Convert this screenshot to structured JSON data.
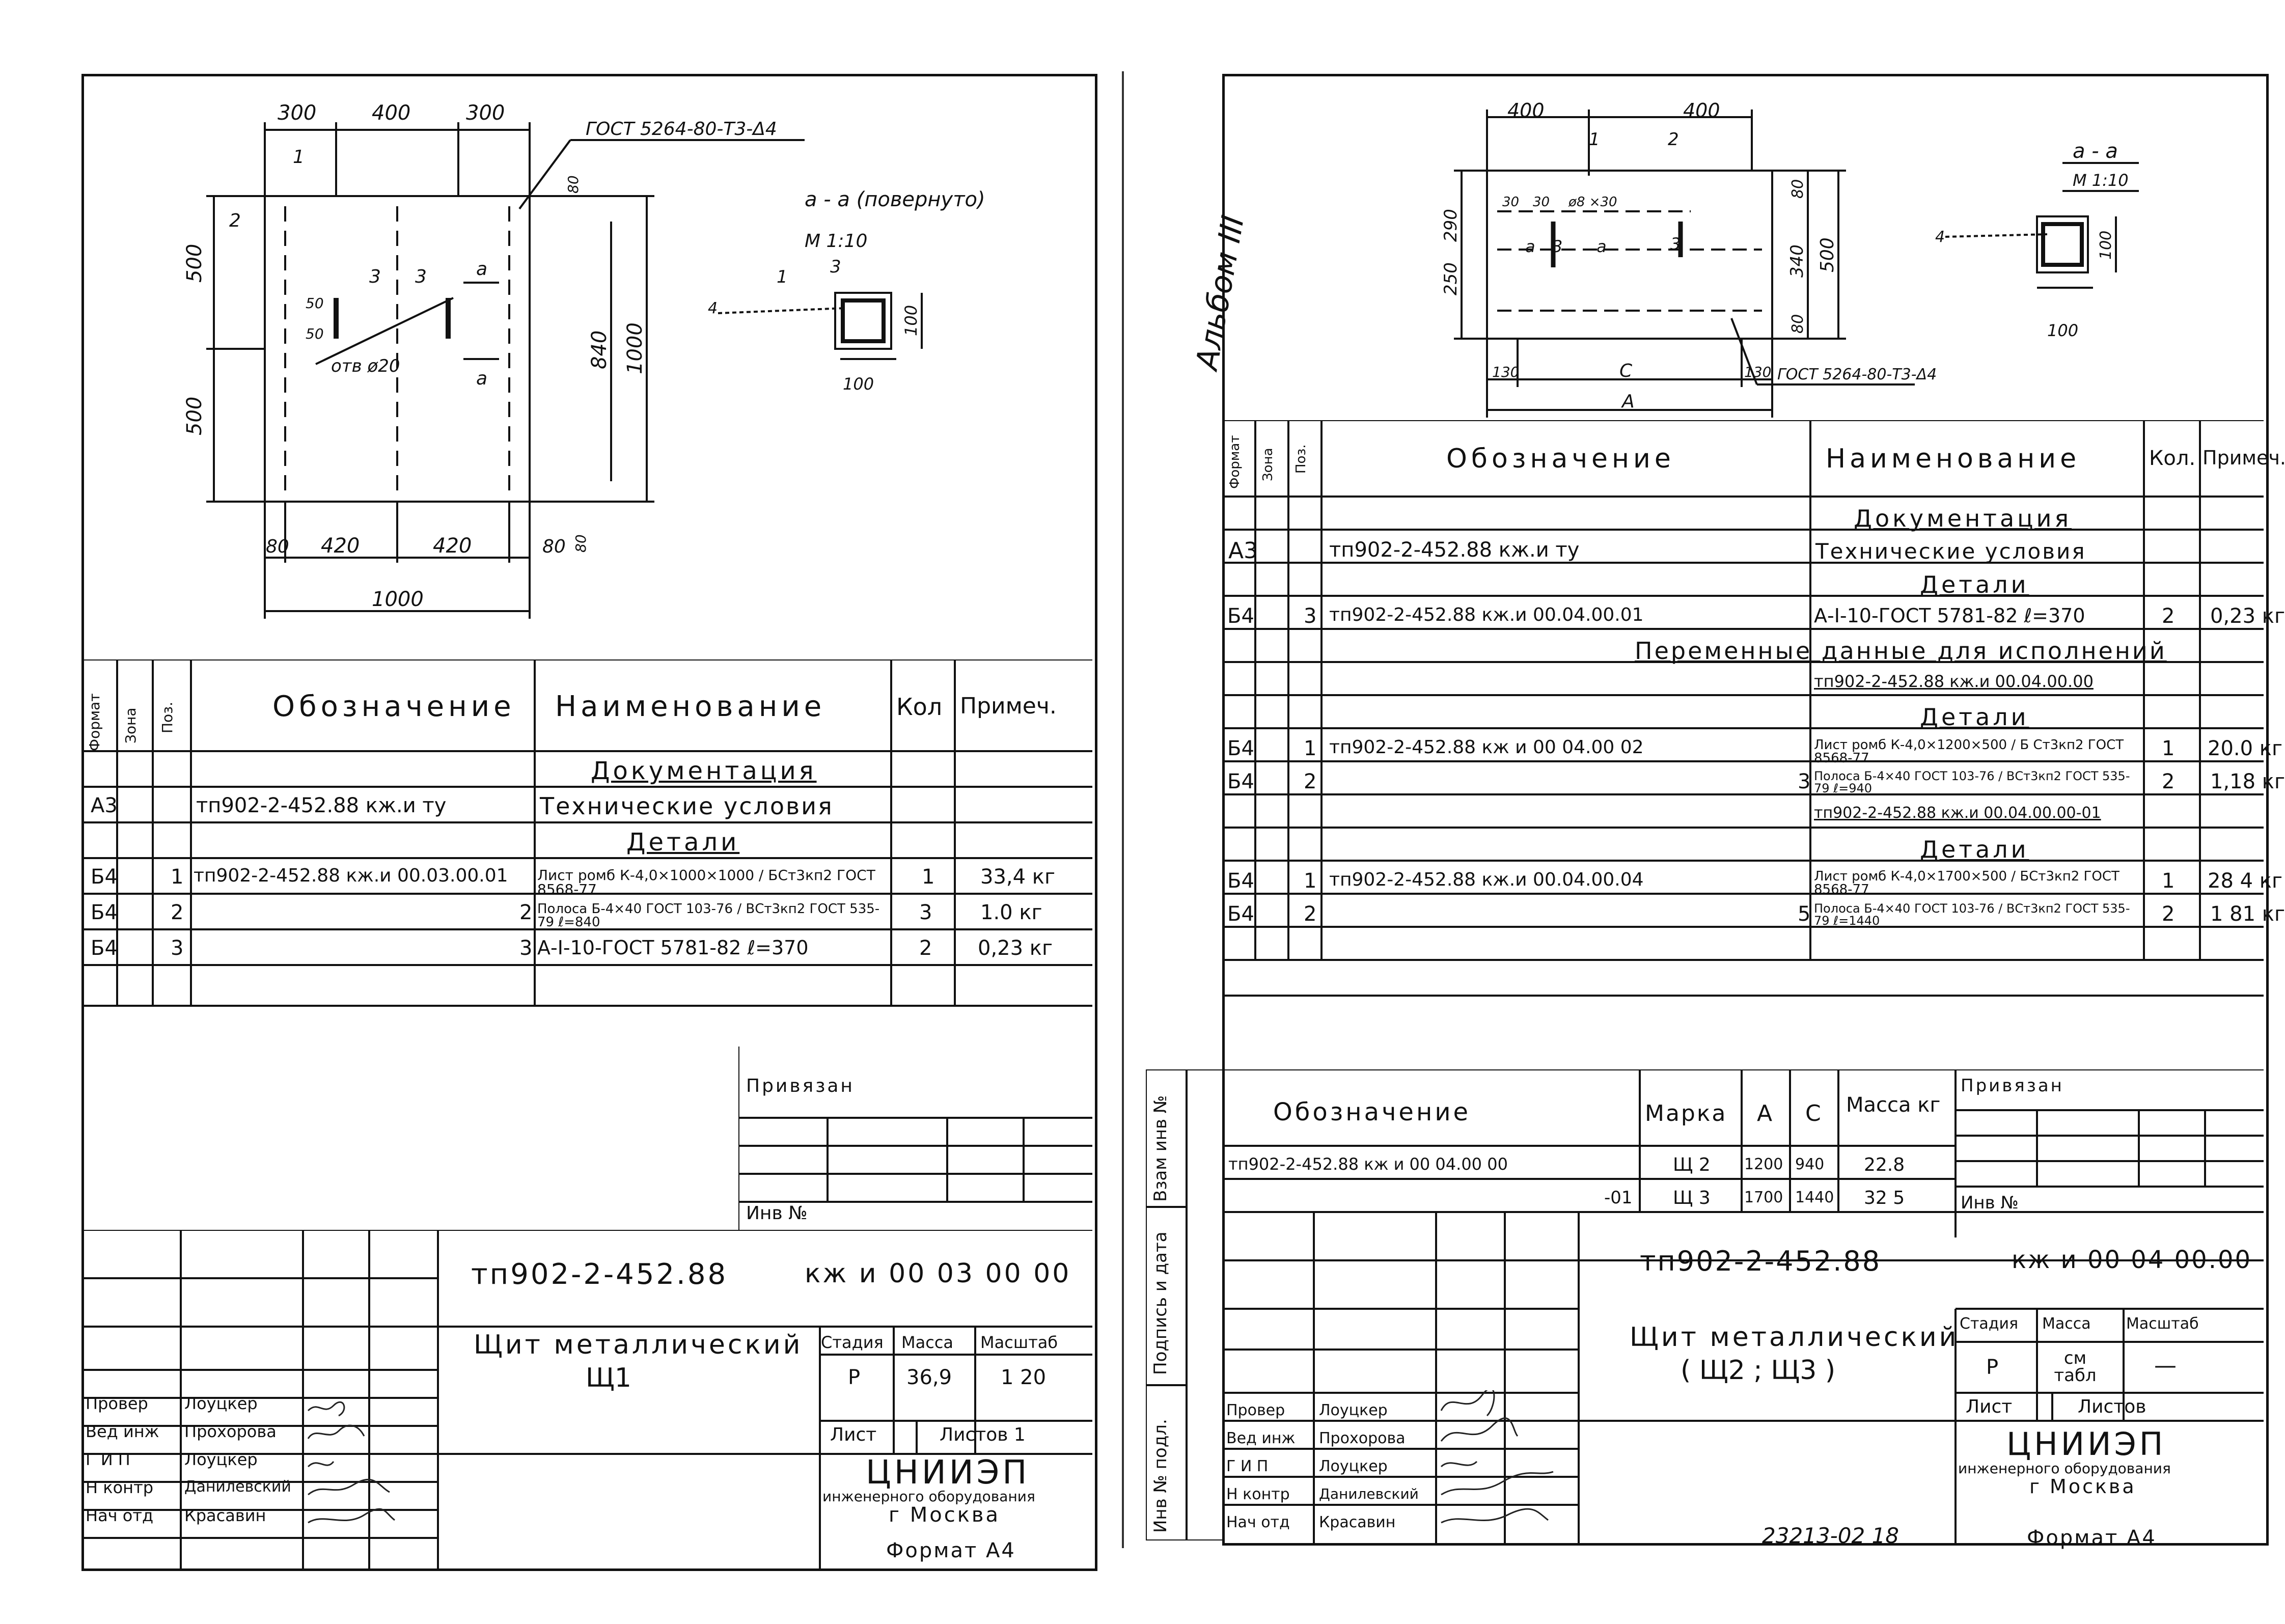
{
  "left": {
    "drawing": {
      "dims_top": [
        "300",
        "400",
        "300"
      ],
      "weld": "ГОСТ 5264-80-Т3-Δ4",
      "dims_left": [
        "500",
        "500"
      ],
      "dims_right": [
        "840",
        "1000"
      ],
      "dims_bottom": [
        "80",
        "420",
        "420",
        "80"
      ],
      "overall": "1000",
      "hole": "отв ø20",
      "small": [
        "50",
        "50",
        "80",
        "80"
      ],
      "pos": [
        "1",
        "2",
        "3",
        "3"
      ],
      "section_mark": "а",
      "section_title": "а - а (повернуто)",
      "section_scale": "М 1:10",
      "section_dims": [
        "100",
        "100"
      ],
      "section_pos": [
        "1",
        "3",
        "4"
      ]
    },
    "spec": {
      "headers": [
        "Формат",
        "Зона",
        "Поз.",
        "Обозначение",
        "Наименование",
        "Кол",
        "Примеч."
      ],
      "rows": [
        {
          "fmt": "",
          "pos": "",
          "des": "",
          "name": "Документация",
          "qty": "",
          "note": "",
          "title": true
        },
        {
          "fmt": "А3",
          "pos": "",
          "des": "тп902-2-452.88   кж.и ту",
          "name": "Технические условия",
          "qty": "",
          "note": ""
        },
        {
          "fmt": "",
          "pos": "",
          "des": "",
          "name": "Детали",
          "qty": "",
          "note": "",
          "title": true
        },
        {
          "fmt": "Б4",
          "pos": "1",
          "des": "тп902-2-452.88 кж.и 00.03.00.01",
          "name": "Лист ромб К-4,0×1000×1000 / БСт3кп2  ГОСТ 8568-77",
          "qty": "1",
          "note": "33,4 кг"
        },
        {
          "fmt": "Б4",
          "pos": "2",
          "des": "2",
          "name": "Полоса Б-4×40 ГОСТ 103-76 / ВСт3кп2 ГОСТ 535-79  ℓ=840",
          "qty": "3",
          "note": "1.0 кг"
        },
        {
          "fmt": "Б4",
          "pos": "3",
          "des": "3",
          "name": "А-I-10-ГОСТ 5781-82   ℓ=370",
          "qty": "2",
          "note": "0,23 кг"
        },
        {
          "fmt": "",
          "pos": "",
          "des": "",
          "name": "",
          "qty": "",
          "note": ""
        }
      ]
    },
    "privyazan": "Привязан",
    "inv": "Инв №",
    "code": "тп902-2-452.88",
    "code2": "кж и 00 03 00 00",
    "title": "Щит металлический",
    "subtitle": "Щ1",
    "stage_h": [
      "Стадия",
      "Масса",
      "Масштаб"
    ],
    "stage_v": [
      "Р",
      "36,9",
      "1 20"
    ],
    "sheet": "Лист",
    "sheets": "Листов 1",
    "org1": "ЦНИИЭП",
    "org2": "инженерного оборудования",
    "org3": "г Москва",
    "format": "Формат А4",
    "people": [
      {
        "role": "Провер",
        "name": "Лоуцкер"
      },
      {
        "role": "Вед инж",
        "name": "Прохорова"
      },
      {
        "role": "Г И П",
        "name": "Лоуцкер"
      },
      {
        "role": "Н контр",
        "name": "Данилевский"
      },
      {
        "role": "Нач отд",
        "name": "Красавин"
      }
    ]
  },
  "right": {
    "album": "Альбом III",
    "drawing": {
      "dims_top": [
        "400",
        "400"
      ],
      "dims_left": [
        "250",
        "290"
      ],
      "dims_right": [
        "80",
        "340",
        "80",
        "500"
      ],
      "inner": [
        "30",
        "30",
        "ø8 ×30"
      ],
      "pos": [
        "1",
        "2",
        "3",
        "3"
      ],
      "section_mark": "а",
      "dims_bottom": [
        "130",
        "С",
        "130"
      ],
      "overall": "А",
      "weld": "ГОСТ 5264-80-Т3-Δ4",
      "section_title": "а - а",
      "section_scale": "М 1:10",
      "section_dims": [
        "100",
        "100"
      ],
      "section_pos": [
        "4"
      ]
    },
    "spec": {
      "headers": [
        "Формат",
        "Зона",
        "Поз.",
        "Обозначение",
        "Наименование",
        "Кол.",
        "Примеч."
      ],
      "rows": [
        {
          "fmt": "",
          "pos": "",
          "des": "",
          "name": "Документация",
          "qty": "",
          "note": "",
          "title": true
        },
        {
          "fmt": "А3",
          "pos": "",
          "des": "тп902-2-452.88   кж.и  ту",
          "name": "Технические условия",
          "qty": "",
          "note": ""
        },
        {
          "fmt": "",
          "pos": "",
          "des": "",
          "name": "Детали",
          "qty": "",
          "note": "",
          "title": true
        },
        {
          "fmt": "Б4",
          "pos": "3",
          "des": "тп902-2-452.88 кж.и 00.04.00.01",
          "name": "А-I-10-ГОСТ 5781-82  ℓ=370",
          "qty": "2",
          "note": "0,23 кг"
        },
        {
          "fmt": "",
          "pos": "",
          "des": "",
          "name": "Переменные данные для исполнений",
          "qty": "",
          "note": "",
          "wide": true
        },
        {
          "fmt": "",
          "pos": "",
          "des": "",
          "name": "тп902-2-452.88  кж.и 00.04.00.00",
          "qty": "",
          "note": "",
          "ul": true
        },
        {
          "fmt": "",
          "pos": "",
          "des": "",
          "name": "Детали",
          "qty": "",
          "note": "",
          "title": true
        },
        {
          "fmt": "Б4",
          "pos": "1",
          "des": "тп902-2-452.88  кж и 00 04.00 02",
          "name": "Лист ромб К-4,0×1200×500 / Б Ст3кп2  ГОСТ 8568-77",
          "qty": "1",
          "note": "20.0 кг"
        },
        {
          "fmt": "Б4",
          "pos": "2",
          "des": "3",
          "name": "Полоса Б-4×40 ГОСТ 103-76 / ВСт3кп2 ГОСТ 535-79  ℓ=940",
          "qty": "2",
          "note": "1,18 кг"
        },
        {
          "fmt": "",
          "pos": "",
          "des": "",
          "name": "тп902-2-452.88  кж.и 00.04.00.00-01",
          "qty": "",
          "note": "",
          "ul": true
        },
        {
          "fmt": "",
          "pos": "",
          "des": "",
          "name": "Детали",
          "qty": "",
          "note": "",
          "title": true
        },
        {
          "fmt": "Б4",
          "pos": "1",
          "des": "тп902-2-452.88 кж.и 00.04.00.04",
          "name": "Лист ромб К-4,0×1700×500 / БСт3кп2  ГОСТ 8568-77",
          "qty": "1",
          "note": "28 4 кг"
        },
        {
          "fmt": "Б4",
          "pos": "2",
          "des": "5",
          "name": "Полоса Б-4×40 ГОСТ 103-76 / ВСт3кп2 ГОСТ 535-79  ℓ=1440",
          "qty": "2",
          "note": "1 81 кг"
        }
      ]
    },
    "variants": {
      "headers": [
        "Обозначение",
        "Марка",
        "А",
        "С",
        "Масса кг"
      ],
      "rows": [
        [
          "тп902-2-452.88 кж и 00 04.00 00",
          "Щ 2",
          "1200",
          "940",
          "22.8"
        ],
        [
          "-01",
          "Щ 3",
          "1700",
          "1440",
          "32 5"
        ]
      ]
    },
    "side_labels": [
      "Взам инв №",
      "Подпись и дата",
      "Инв № подл."
    ],
    "privyazan": "Привязан",
    "inv": "Инв №",
    "code": "тп902-2-452.88",
    "code2": "кж и 00 04 00.00",
    "title": "Щит металлический",
    "subtitle": "( Щ2 ; Щ3 )",
    "stage_h": [
      "Стадия",
      "Масса",
      "Масштаб"
    ],
    "stage_v": [
      "Р",
      "см табл",
      "—"
    ],
    "sheet": "Лист",
    "sheets": "Листов",
    "org1": "ЦНИИЭП",
    "org2": "инженерного оборудования",
    "org3": "г Москва",
    "footer_num": "23213-02   18",
    "format": "Формат А4",
    "people": [
      {
        "role": "Провер",
        "name": "Лоуцкер"
      },
      {
        "role": "Вед инж",
        "name": "Прохорова"
      },
      {
        "role": "Г И П",
        "name": "Лоуцкер"
      },
      {
        "role": "Н контр",
        "name": "Данилевский"
      },
      {
        "role": "Нач отд",
        "name": "Красавин"
      }
    ]
  }
}
